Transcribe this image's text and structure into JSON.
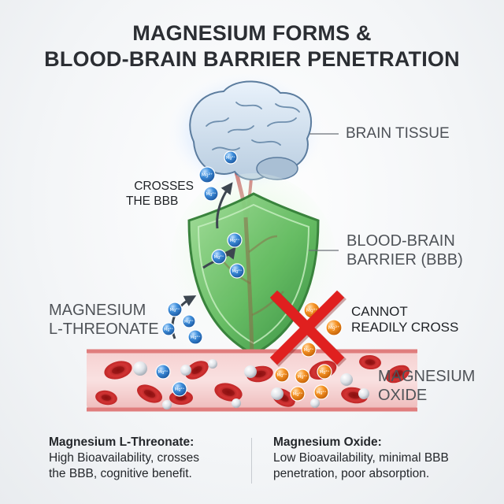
{
  "title": {
    "line1": "MAGNESIUM FORMS &",
    "line2": "BLOOD-BRAIN BARRIER PENETRATION"
  },
  "labels": {
    "brain_tissue": "BRAIN TISSUE",
    "crosses_line1": "CROSSES",
    "crosses_line2": "THE BBB",
    "bbb_line1": "BLOOD-BRAIN",
    "bbb_line2": "BARRIER (BBB)",
    "threonate_line1": "MAGNESIUM",
    "threonate_line2": "L-THREONATE",
    "cannot_line1": "CANNOT",
    "cannot_line2": "READILY CROSS",
    "oxide_line1": "MAGNESIUM",
    "oxide_line2": "OXIDE"
  },
  "ion_label": "Mg²⁺",
  "colors": {
    "threonate_ion": "#2f7fd0",
    "oxide_ion": "#f08a1c",
    "shield": "#4caf50",
    "blood_vessel": "#e8a3a3",
    "red_cell": "#c62828",
    "cross": "#e0201f"
  },
  "summary": {
    "left_heading": "Magnesium L-Threonate:",
    "left_line1": "High Bioavailability, crosses",
    "left_line2": "the BBB, cognitive benefit.",
    "right_heading": "Magnesium Oxide:",
    "right_line1": "Low Bioavailability, minimal BBB",
    "right_line2": "penetration, poor absorption."
  }
}
